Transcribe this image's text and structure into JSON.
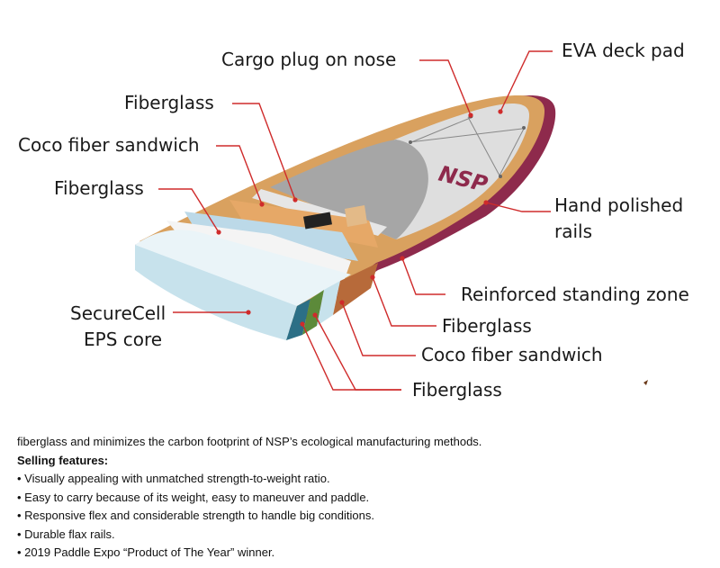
{
  "labels": {
    "cargo_plug": "Cargo plug on nose",
    "eva_deck_pad": "EVA deck pad",
    "fiberglass_top": "Fiberglass",
    "coco_top": "Coco fiber sandwich",
    "fiberglass_mid": "Fiberglass",
    "hand_polished_1": "Hand polished",
    "hand_polished_2": "rails",
    "reinforced": "Reinforced standing zone",
    "securecell_1": "SecureCell",
    "securecell_2": "EPS core",
    "fiberglass_r1": "Fiberglass",
    "coco_bottom": "Coco fiber sandwich",
    "fiberglass_r2": "Fiberglass"
  },
  "board": {
    "brand_logo": "NSP",
    "colors": {
      "rail": "#8e2a4c",
      "deck_pad": "#dedede",
      "eva_gray": "#a6a6a6",
      "coco": "#d9a15f",
      "core": "#d3eaf2",
      "leader": "#cf2b2b"
    }
  },
  "text": {
    "intro": "fiberglass and minimizes the carbon footprint of NSP’s ecological manufacturing methods.",
    "heading": "Selling features:",
    "features": [
      "Visually appealing with unmatched strength-to-weight ratio.",
      "Easy to carry because of its weight, easy to maneuver and paddle.",
      "Responsive flex and considerable strength to handle big conditions.",
      "Durable flax rails.",
      "2019 Paddle Expo “Product of The Year” winner."
    ]
  }
}
